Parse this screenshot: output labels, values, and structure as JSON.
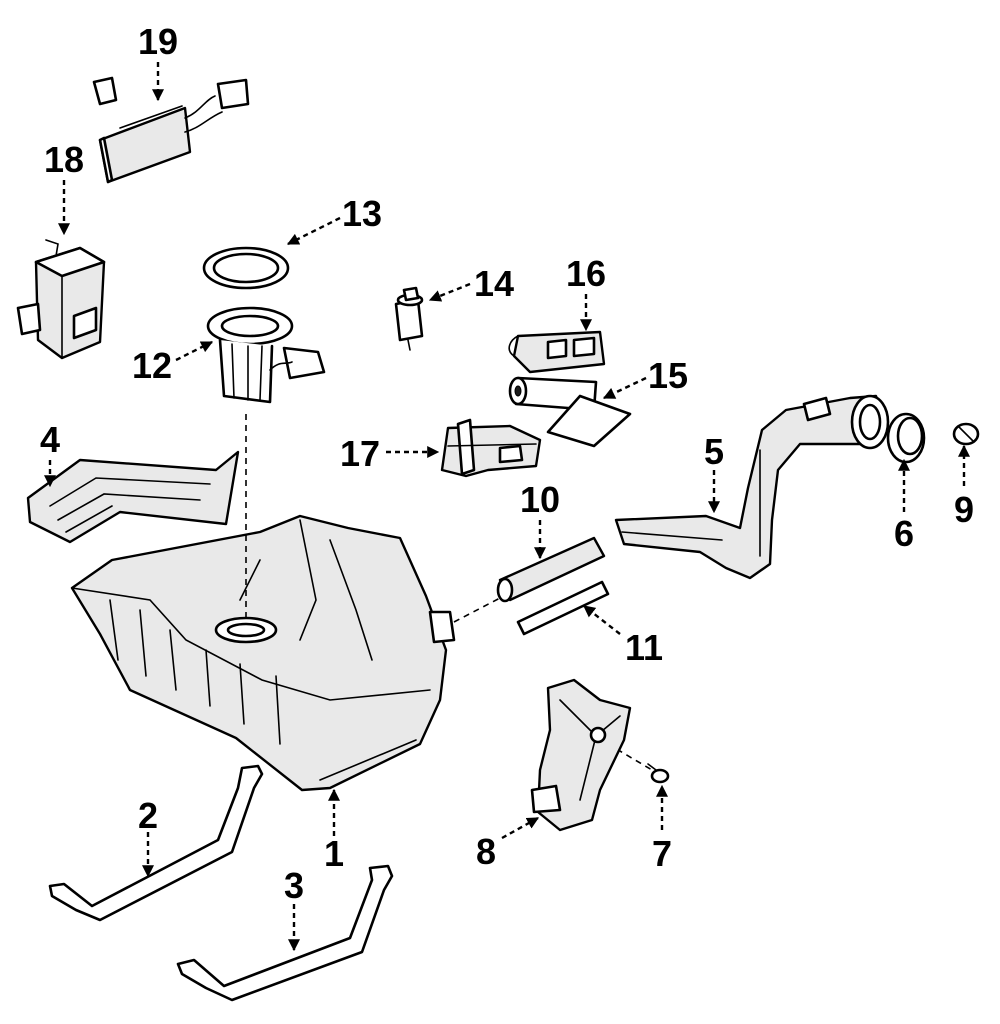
{
  "callouts": [
    {
      "id": "1",
      "text": "1"
    },
    {
      "id": "2",
      "text": "2"
    },
    {
      "id": "3",
      "text": "3"
    },
    {
      "id": "4",
      "text": "4"
    },
    {
      "id": "5",
      "text": "5"
    },
    {
      "id": "6",
      "text": "6"
    },
    {
      "id": "7",
      "text": "7"
    },
    {
      "id": "8",
      "text": "8"
    },
    {
      "id": "9",
      "text": "9"
    },
    {
      "id": "10",
      "text": "10"
    },
    {
      "id": "11",
      "text": "11"
    },
    {
      "id": "12",
      "text": "12"
    },
    {
      "id": "13",
      "text": "13"
    },
    {
      "id": "14",
      "text": "14"
    },
    {
      "id": "15",
      "text": "15"
    },
    {
      "id": "16",
      "text": "16"
    },
    {
      "id": "17",
      "text": "17"
    },
    {
      "id": "18",
      "text": "18"
    },
    {
      "id": "19",
      "text": "19"
    }
  ],
  "colors": {
    "ink": "#000000",
    "background": "#ffffff"
  }
}
